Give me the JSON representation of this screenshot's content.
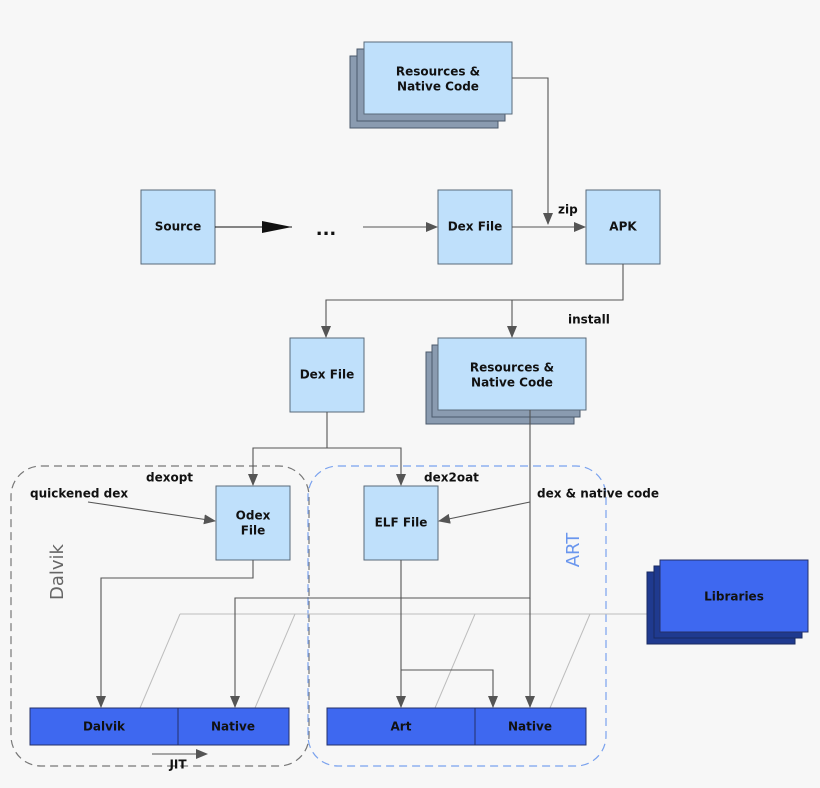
{
  "nodes": {
    "resources_top": [
      "Resources &",
      "Native Code"
    ],
    "source": "Source",
    "ellipsis": "...",
    "dex_top": "Dex File",
    "apk": "APK",
    "dex_mid": "Dex File",
    "resources_mid": [
      "Resources &",
      "Native Code"
    ],
    "odex": [
      "Odex",
      "File"
    ],
    "elf": "ELF File",
    "libraries": "Libraries",
    "dalvik_vm": "Dalvik",
    "dalvik_native": "Native",
    "art_vm": "Art",
    "art_native": "Native"
  },
  "edge_labels": {
    "zip": "zip",
    "install": "install",
    "dexopt": "dexopt",
    "quickened_dex": "quickened dex",
    "dex2oat": "dex2oat",
    "dex_native_code": "dex & native code",
    "jit": "JIT"
  },
  "regions": {
    "dalvik": "Dalvik",
    "art": "ART"
  },
  "colors": {
    "box_fill": "#bfe0fb",
    "runtime_fill": "#3e68f0",
    "art_region": "#7aa2ee",
    "dalvik_region": "#777777"
  }
}
